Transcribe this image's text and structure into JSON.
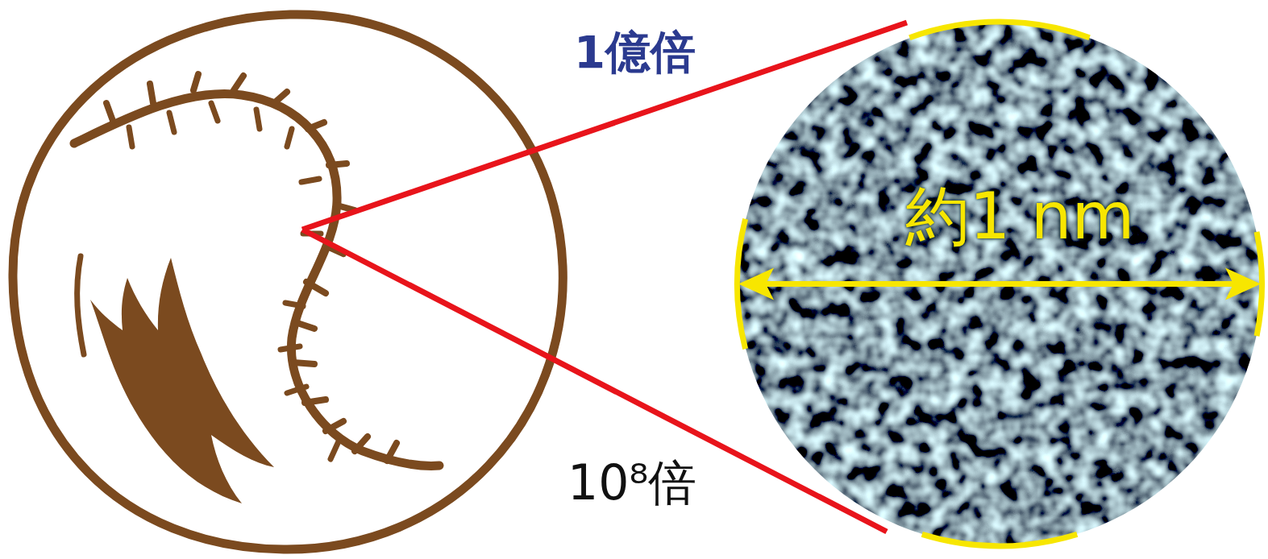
{
  "diagram": {
    "nodes": [
      {
        "text": [
          "約1 nm"
        ]
      }
    ],
    "labels": [
      "1億倍",
      "10⁸倍"
    ]
  }
}
